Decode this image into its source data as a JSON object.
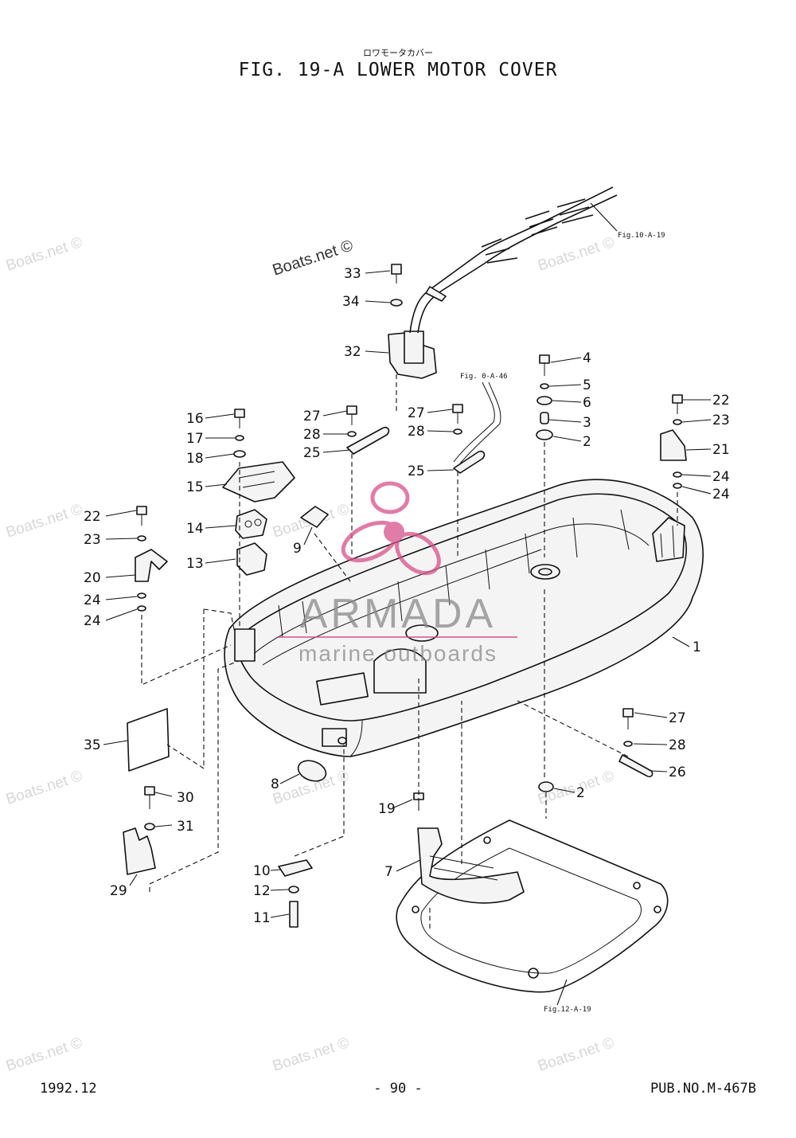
{
  "header": {
    "title_jp": "ロワモータカバー",
    "title": "FIG. 19-A LOWER MOTOR COVER"
  },
  "footer": {
    "date": "1992.12",
    "page": "- 90 -",
    "pub": "PUB.NO.M-467B"
  },
  "references": {
    "wiring": "Fig.10-A-19",
    "hose": "Fig. 0-A-46",
    "bracket": "Fig.12-A-19"
  },
  "watermarks": {
    "site": "Boats.net ©",
    "brand": "ARMADA",
    "tagline": "marine outboards"
  },
  "colors": {
    "brand_pink": "#d8508a",
    "brand_gray": "#8a8a8a",
    "line": "#111111"
  },
  "callouts": {
    "c1": "1",
    "c2a": "2",
    "c2b": "2",
    "c3": "3",
    "c4": "4",
    "c5": "5",
    "c6": "6",
    "c7": "7",
    "c8": "8",
    "c9": "9",
    "c10": "10",
    "c11": "11",
    "c12": "12",
    "c13": "13",
    "c14": "14",
    "c15": "15",
    "c16": "16",
    "c17": "17",
    "c18": "18",
    "c19": "19",
    "c20": "20",
    "c21": "21",
    "c22a": "22",
    "c22b": "22",
    "c23a": "23",
    "c23b": "23",
    "c24a": "24",
    "c24b": "24",
    "c24c": "24",
    "c24d": "24",
    "c25a": "25",
    "c25b": "25",
    "c26": "26",
    "c27a": "27",
    "c27b": "27",
    "c27c": "27",
    "c28a": "28",
    "c28b": "28",
    "c28c": "28",
    "c29": "29",
    "c30": "30",
    "c31": "31",
    "c32": "32",
    "c33": "33",
    "c34": "34",
    "c35": "35"
  }
}
